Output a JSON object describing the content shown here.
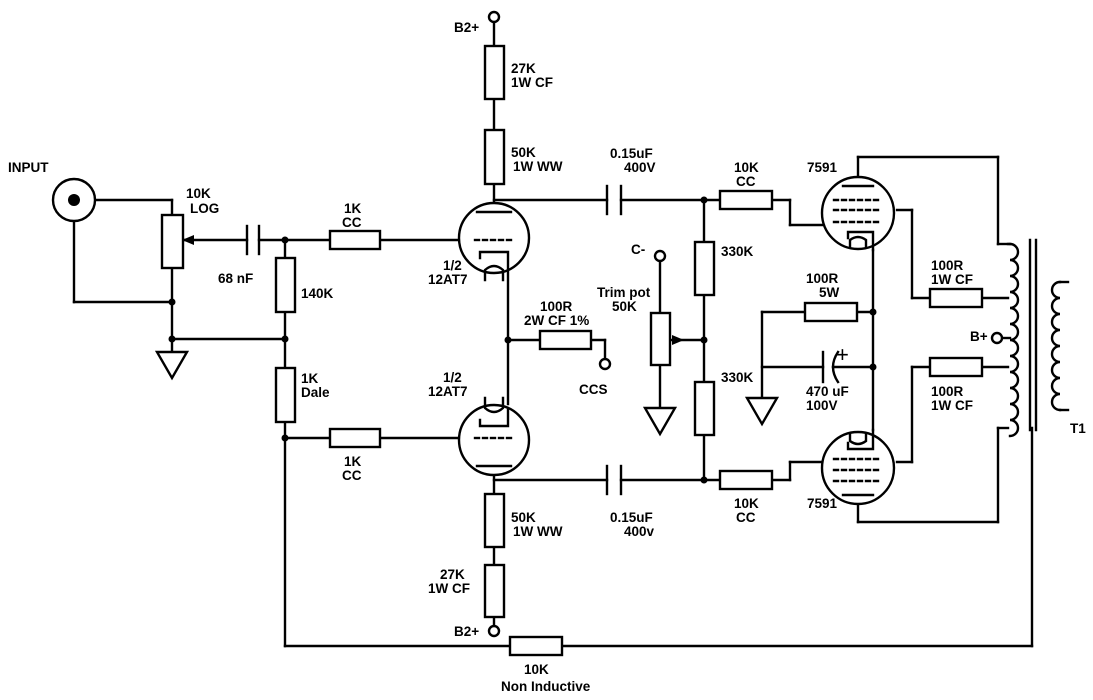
{
  "labels": {
    "input": "INPUT",
    "pot_value": "10K",
    "pot_taper": "LOG",
    "cap_in": "68 nF",
    "r_grid_top_value": "1K",
    "r_grid_top_type": "CC",
    "r_140k": "140K",
    "r_dale_value": "1K",
    "r_dale_type": "Dale",
    "r_grid_bot_value": "1K",
    "r_grid_bot_type": "CC",
    "b2_top": "B2+",
    "r27k_top_value": "27K",
    "r27k_top_type": "1W CF",
    "r50k_top_value": "50K",
    "r50k_top_type": "1W WW",
    "tube_top_half": "1/2",
    "tube_top_type": "12AT7",
    "tube_bot_half": "1/2",
    "tube_bot_type": "12AT7",
    "r100_ccs_value": "100R",
    "r100_ccs_type": "2W CF 1%",
    "ccs": "CCS",
    "r50k_bot_value": "50K",
    "r50k_bot_type": "1W WW",
    "r27k_bot_value": "27K",
    "r27k_bot_type": "1W CF",
    "b2_bot": "B2+",
    "cap_top_value": "0.15uF",
    "cap_top_voltage": "400V",
    "cap_bot_value": "0.15uF",
    "cap_bot_voltage": "400v",
    "c_minus": "C-",
    "trim_pot": "Trim pot",
    "trim_pot_value": "50K",
    "r330k_top": "330K",
    "r330k_bot": "330K",
    "r10k_top_value": "10K",
    "r10k_top_type": "CC",
    "r10k_bot_value": "10K",
    "r10k_bot_type": "CC",
    "out_tube_top": "7591",
    "out_tube_bot": "7591",
    "r100_cath_value": "100R",
    "r100_cath_type": "5W",
    "cap_cath_value": "470 uF",
    "cap_cath_voltage": "100V",
    "cap_plus": "+",
    "r100_g2_top_value": "100R",
    "r100_g2_top_type": "1W CF",
    "r100_g2_bot_value": "100R",
    "r100_g2_bot_type": "1W CF",
    "b_plus": "B+",
    "transformer": "T1",
    "r_fb_value": "10K",
    "r_fb_type": "Non Inductive"
  }
}
